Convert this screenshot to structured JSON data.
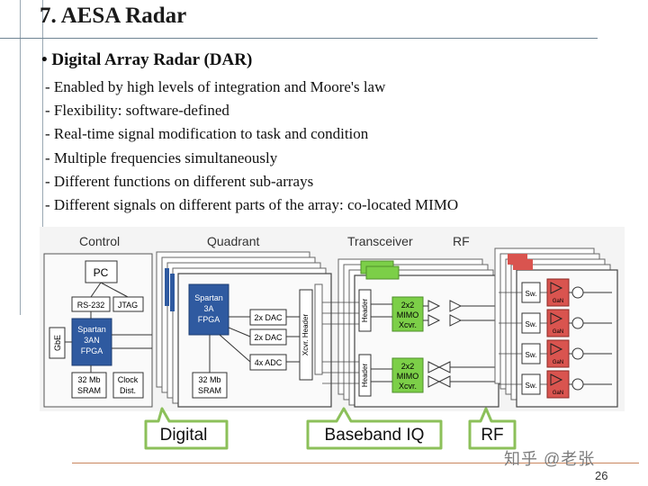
{
  "slide": {
    "title": "7. AESA Radar",
    "bullet_head": "Digital Array Radar (DAR)",
    "bullet_marker": "•",
    "items": [
      "- Enabled by high levels of integration and Moore's law",
      "- Flexibility: software-defined",
      "- Real-time signal modification to task and condition",
      "- Multiple frequencies simultaneously",
      "- Different functions on different sub-arrays",
      "- Different signals on different parts of the array: co-located MIMO"
    ],
    "page_number": "26",
    "watermark": "知乎 @老张"
  },
  "diagram": {
    "section_labels": {
      "control": "Control",
      "quadrant": "Quadrant",
      "transceiver": "Transceiver",
      "rf": "RF"
    },
    "control": {
      "pc": "PC",
      "rs232": "RS-232",
      "jtag": "JTAG",
      "gbe": "GbE",
      "fpga": [
        "Spartan",
        "3AN",
        "FPGA"
      ],
      "sram": [
        "32 Mb",
        "SRAM"
      ],
      "clock": [
        "Clock",
        "Dist."
      ]
    },
    "quadrant": {
      "fpga": [
        "Spartan",
        "3A",
        "FPGA"
      ],
      "sram": [
        "32 Mb",
        "SRAM"
      ],
      "dac1": "2x DAC",
      "dac2": "2x DAC",
      "adc": "4x ADC",
      "header": "Xcvr. Header"
    },
    "transceiver": {
      "header": "Header",
      "mimo": [
        "2x2",
        "MIMO",
        "Xcvr."
      ]
    },
    "rf": {
      "switch": "Sw.",
      "gan": "GaN"
    },
    "callouts": {
      "digital": "Digital",
      "baseband": "Baseband IQ",
      "rf": "RF"
    },
    "colors": {
      "fpga_blue": "#2f5aa0",
      "mimo_green": "#7ccf48",
      "gan_red": "#d9544f",
      "callout_border": "#8cc05a"
    }
  }
}
